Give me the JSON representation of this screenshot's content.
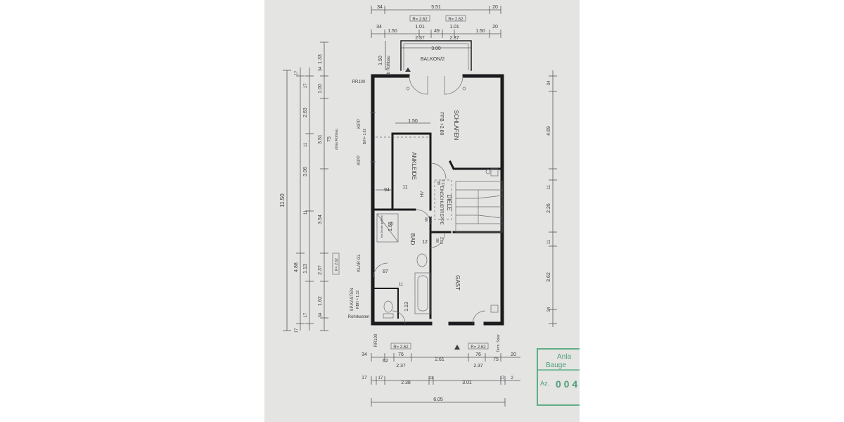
{
  "plan": {
    "rooms": {
      "balkon": "BALKON/2",
      "schlafen": "SCHLAFEN",
      "ffb": "FFB +2.80",
      "ankleide": "ANKLEIDE",
      "diele": "DIELE",
      "einschubtreppe": "EINSCHUBTREPPE",
      "bad": "BAD",
      "gast": "GAST",
      "hv": "HV"
    },
    "labels": {
      "rr_top": "RR100",
      "rr_bottom": "RR100",
      "kipp_a": "KIPP",
      "kipp_b": "KIPP",
      "window_left": "B/H= 1.62",
      "ohne_rohbau": "ohne Rohbau",
      "ab_rohbau": "ab Rohbau",
      "klar_gl": "KLAR GL",
      "sp_kasten": "SP.KASTEN",
      "rbh": "RBH = 1.32",
      "rohrkasten": "Rohrkasten",
      "dusche": "bis Decke gefliest",
      "door_a": "88",
      "door_b": "2.13",
      "term_solar": "Term. Solar"
    },
    "top_dims": {
      "row1": [
        "34",
        "5.51",
        "20"
      ],
      "windows": [
        "R= 2.62",
        "R= 2.62"
      ],
      "row2": [
        "34",
        "1.50",
        "1.01",
        "49",
        "1.01",
        "1.50",
        "20"
      ],
      "row3": [
        "2.37",
        "2.37"
      ],
      "balkon": "3.00",
      "balkon_depth": "1.50"
    },
    "left_dims": {
      "total": "11.50",
      "outer": [
        "17",
        "4.88",
        "17"
      ],
      "mid": [
        "17",
        "2.63",
        "11",
        "3.06",
        "11",
        "1.13",
        "17"
      ],
      "inner": [
        "1.00",
        "3.51",
        "3.54",
        "2.37",
        "1.62",
        "34"
      ],
      "misc": [
        "75",
        "1.33",
        "34"
      ],
      "window": "R= 2.62"
    },
    "right_dims": [
      "34",
      "4.69",
      "11",
      "2.26",
      "11",
      "3.62",
      "34"
    ],
    "interior_dims": [
      "1.50",
      "94",
      "11",
      "1.65",
      "12",
      "87",
      "11",
      "1.13",
      "88",
      "2.13",
      "88",
      "2.13"
    ],
    "bottom_dims": {
      "windows": [
        "R= 2.62",
        "R= 2.62"
      ],
      "row1": [
        "34",
        "62",
        "76",
        "2.61",
        "76",
        "75",
        "20"
      ],
      "row2": [
        "2.37",
        "2.37"
      ],
      "row3": [
        "17",
        "17",
        "2.38",
        "11",
        "3.01",
        "17",
        "2"
      ],
      "total": "6.05"
    },
    "stamp": {
      "line1": "Anla",
      "line2": "Bauge",
      "line3": "Az.",
      "line4": "0 0 4"
    }
  }
}
